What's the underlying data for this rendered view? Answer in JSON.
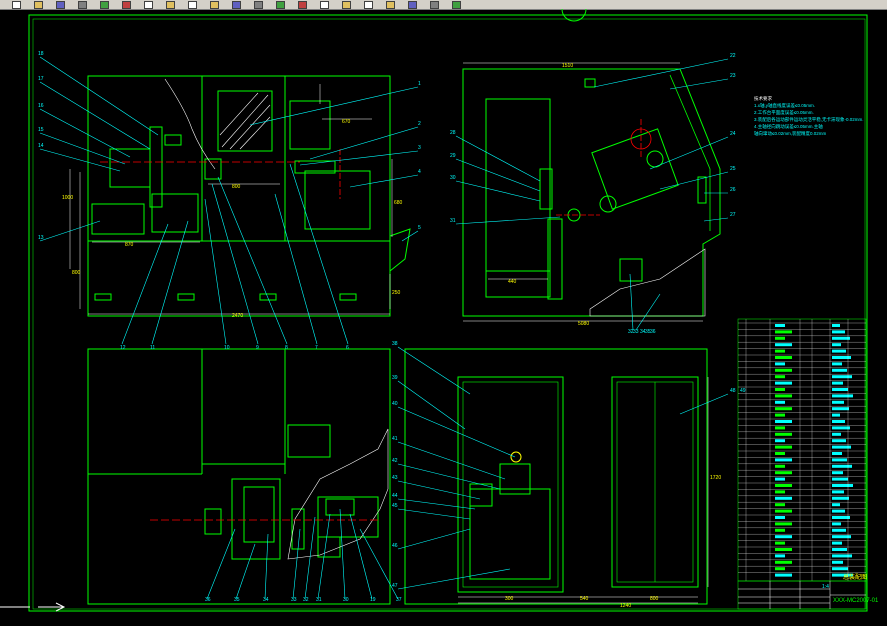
{
  "app": {
    "toolbar_buttons": [
      "new-icon",
      "open-icon",
      "save-icon",
      "print-icon",
      "preview-icon",
      "cut-icon",
      "copy-icon",
      "paste-icon",
      "match-icon",
      "undo-icon",
      "redo-icon",
      "pan-icon",
      "zoom-icon",
      "zoom-window-icon",
      "zoom-previous-icon",
      "properties-icon",
      "design-center-icon",
      "tool-palette-icon",
      "sheet-set-icon",
      "markup-icon",
      "calc-icon"
    ],
    "colors": {
      "frame": "#00ff00",
      "leader": "#00ffff",
      "part": "#00ff00",
      "center": "#ff0000",
      "dim": "#ffffff",
      "highlight": "#ffff00",
      "background": "#000000"
    }
  },
  "drawing": {
    "front_callouts": [
      "18",
      "17",
      "16",
      "15",
      "14",
      "13",
      "12",
      "11",
      "10",
      "9",
      "8",
      "7",
      "6",
      "5",
      "4",
      "3",
      "2",
      "1"
    ],
    "side_callouts": [
      "22",
      "23",
      "24",
      "25",
      "26",
      "27",
      "28",
      "29",
      "30",
      "31",
      "32",
      "33",
      "34",
      "35",
      "36"
    ],
    "bottom_callouts": [
      "36",
      "35",
      "34",
      "33",
      "32",
      "31",
      "30",
      "19",
      "37",
      "38",
      "39",
      "40",
      "41",
      "42",
      "43",
      "44",
      "45",
      "46",
      "47",
      "48",
      "49"
    ],
    "dims": {
      "front_top": "670",
      "front_width": "2470",
      "front_left": "870",
      "front_mid": "800",
      "front_h1": "1000",
      "front_h2": "800",
      "front_h3": "680",
      "front_h4": "250",
      "side_top": "1510",
      "side_bottom": "5080",
      "side_left": "440",
      "bottom_a": "300",
      "bottom_b": "540",
      "bottom_c": "800",
      "bottom_d": "1240",
      "right_h": "1720"
    },
    "notes": [
      "技术要求",
      "1.x轴,y轴直线度误差≤0.05mm.",
      "2.工作台平面度误差≤0.05mm.",
      "3.装配后各运动部件运动灵活平稳,无卡滞现象-0.02mm.",
      "4.主轴径向跳动误差≤0.05mm.主轴",
      "  轴向窜动≤0.02mm,装配精度0.02mm"
    ]
  },
  "title_block": {
    "title": "总装配图",
    "part_no": "XXX-MC2007-01",
    "scale": "1:4",
    "sheet": "01"
  }
}
